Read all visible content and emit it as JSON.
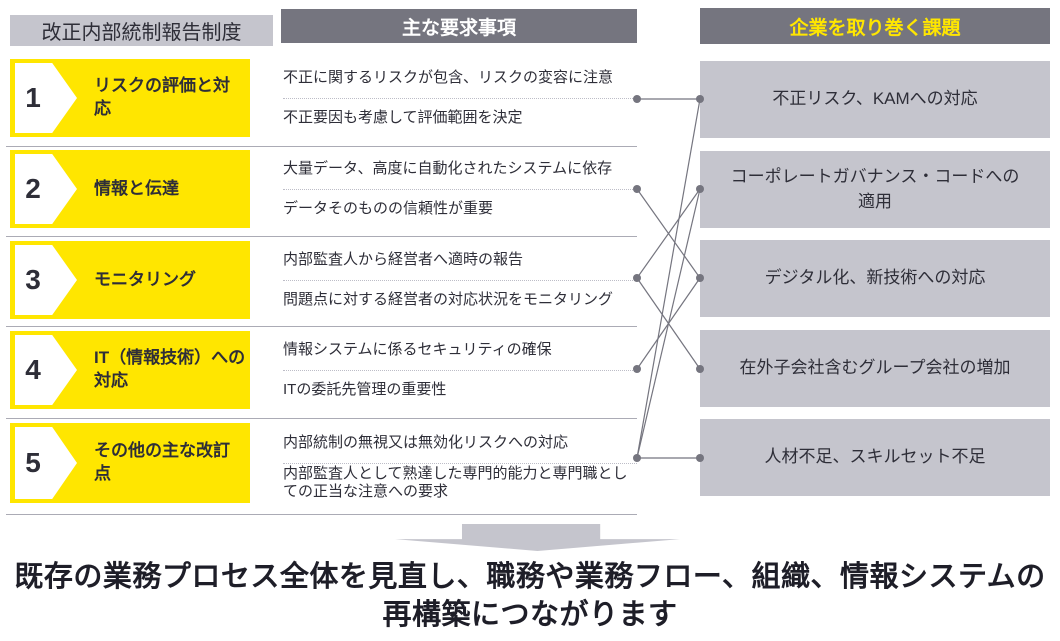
{
  "headers": {
    "left": "改正内部統制報告制度",
    "middle": "主な要求事項",
    "right": "企業を取り巻く課題"
  },
  "rows": [
    {
      "num": "1",
      "label": "リスクの評価と対応",
      "reqs": [
        "不正に関するリスクが包含、リスクの変容に注意",
        "不正要因も考慮して評価範囲を決定"
      ]
    },
    {
      "num": "2",
      "label": "情報と伝達",
      "reqs": [
        "大量データ、高度に自動化されたシステムに依存",
        "データそのものの信頼性が重要"
      ]
    },
    {
      "num": "3",
      "label": "モニタリング",
      "reqs": [
        "内部監査人から経営者へ適時の報告",
        "問題点に対する経営者の対応状況をモニタリング"
      ]
    },
    {
      "num": "4",
      "label": "IT（情報技術）への対応",
      "reqs": [
        "情報システムに係るセキュリティの確保",
        "ITの委託先管理の重要性"
      ]
    },
    {
      "num": "5",
      "label": "その他の主な改訂点",
      "reqs": [
        "内部統制の無視又は無効化リスクへの対応",
        "内部監査人として熟達した専門的能力と専門職としての正当な注意への要求"
      ]
    }
  ],
  "challenges": [
    "不正リスク、KAMへの対応",
    "コーポレートガバナンス・コードへの\n適用",
    "デジタル化、新技術への対応",
    "在外子会社含むグループ会社の増加",
    "人材不足、スキルセット不足"
  ],
  "connections": [
    [
      1,
      1
    ],
    [
      2,
      3
    ],
    [
      3,
      2
    ],
    [
      3,
      4
    ],
    [
      4,
      3
    ],
    [
      5,
      1
    ],
    [
      5,
      2
    ],
    [
      5,
      5
    ]
  ],
  "conclusion": "既存の業務プロセス全体を見直し、職務や業務フロー、組織、情報システムの\n再構築につながります",
  "colors": {
    "accent_yellow": "#ffe600",
    "dark_gray": "#75757f",
    "light_gray": "#c5c5cd",
    "text_dark": "#2e2e38",
    "connector": "#75757f"
  }
}
